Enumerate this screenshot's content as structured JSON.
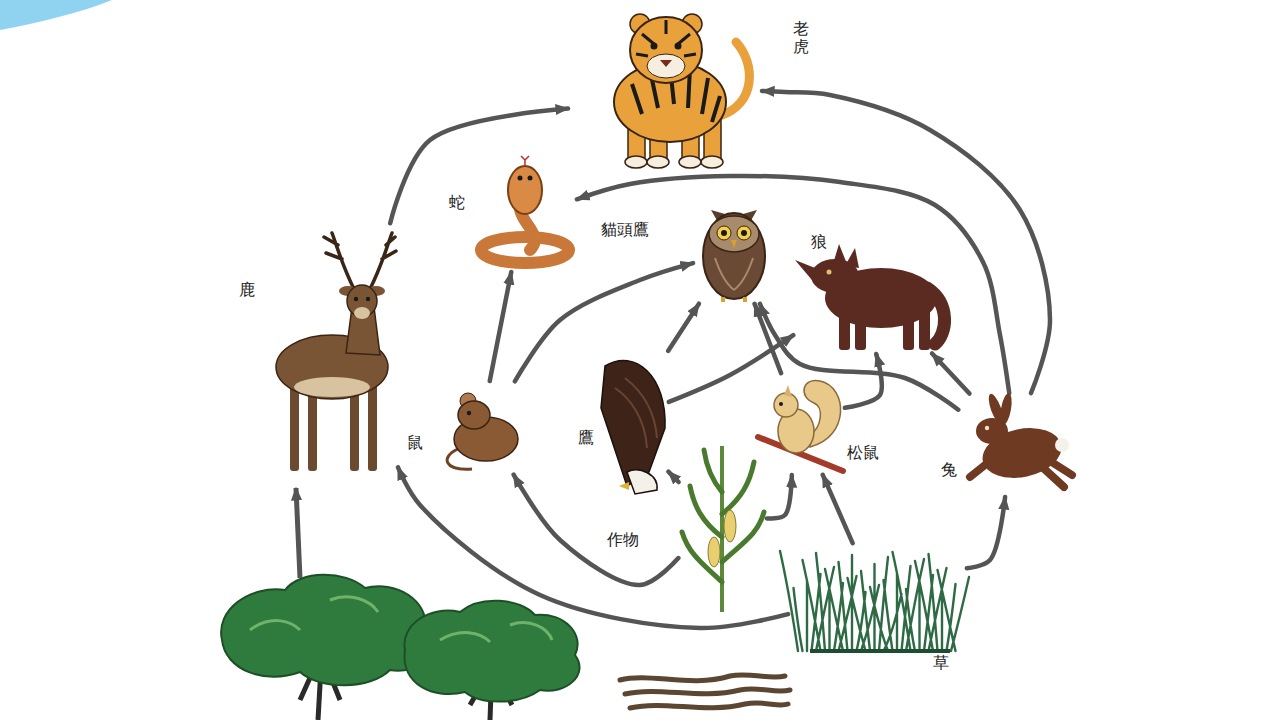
{
  "diagram": {
    "nodes": [
      {
        "text": [
          "老虎"
        ]
      },
      {
        "text": [
          "蛇"
        ]
      },
      {
        "text": [
          "貓頭鷹"
        ]
      },
      {
        "text": [
          "狼"
        ]
      },
      {
        "text": [
          "鹿"
        ]
      },
      {
        "text": [
          "鼠"
        ]
      },
      {
        "text": [
          "鷹"
        ]
      },
      {
        "text": [
          "松鼠"
        ]
      },
      {
        "text": [
          "兔"
        ]
      },
      {
        "text": [
          "作物"
        ]
      },
      {
        "text": [
          "草"
        ]
      }
    ],
    "edges": [
      {
        "from": 4,
        "to": 0,
        "arrow": "to"
      },
      {
        "from": 8,
        "to": 0,
        "arrow": "to"
      },
      {
        "from": 8,
        "to": 1,
        "arrow": "to"
      },
      {
        "from": 5,
        "to": 1,
        "arrow": "to"
      },
      {
        "from": 5,
        "to": 2,
        "arrow": "to"
      },
      {
        "from": 6,
        "to": 2,
        "arrow": "to"
      },
      {
        "from": 7,
        "to": 2,
        "arrow": "to"
      },
      {
        "from": 8,
        "to": 2,
        "arrow": "to"
      },
      {
        "from": 6,
        "to": 3,
        "arrow": "to"
      },
      {
        "from": 7,
        "to": 3,
        "arrow": "to"
      },
      {
        "from": 8,
        "to": 3,
        "arrow": "to"
      },
      {
        "from": 9,
        "to": 5,
        "arrow": "to"
      },
      {
        "from": 9,
        "to": 6,
        "arrow": "to"
      },
      {
        "from": 9,
        "to": 7,
        "arrow": "to"
      },
      {
        "from": 10,
        "to": 7,
        "arrow": "to"
      },
      {
        "from": 10,
        "to": 8,
        "arrow": "to"
      },
      {
        "from": 10,
        "to": 4,
        "arrow": "to"
      }
    ]
  }
}
